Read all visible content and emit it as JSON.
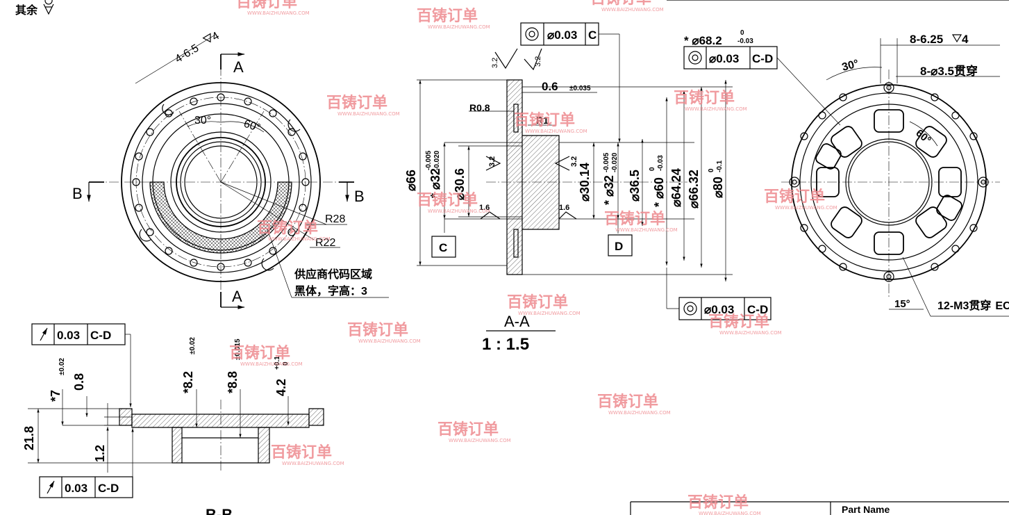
{
  "general_note": {
    "label": "其余"
  },
  "watermark": {
    "brand": "百铸订单",
    "url": "WWW.BAIZHUWANG.COM",
    "color": "#ee8a8f"
  },
  "front_view": {
    "hole_spec": "4-6.5",
    "hole_depth": "4",
    "angle_a": "30°",
    "angle_b": "60°",
    "radius_outer": "R28",
    "radius_inner": "R22",
    "section_label_a": "A",
    "section_label_b": "B",
    "note_line1": "供应商代码区域",
    "note_line2": "黑体，字高：3"
  },
  "section_aa": {
    "title": "A-A",
    "scale": "1 : 1.5",
    "roughness": "3.2",
    "roughness_fine": "1.6",
    "radius_r08": "R0.8",
    "radius_r1": "R1",
    "thickness": "0.6",
    "thickness_tol": "±0.035",
    "dia_66": "66",
    "dia_32_left": "32",
    "dia_32_tol_upper": "-0.005",
    "dia_32_tol_lower": "-0.020",
    "dia_30_6": "30.6",
    "dia_30_14": "30.14",
    "dia_32_right": "32",
    "dia_36_5": "36.5",
    "dia_60": "60",
    "dia_60_tol_upper": "0",
    "dia_60_tol_lower": "-0.03",
    "dia_64_24": "64.24",
    "dia_66_32": "66.32",
    "dia_80": "80",
    "dia_80_tol_upper": "0",
    "dia_80_tol_lower": "-0.1",
    "datum_c": "C",
    "datum_d": "D",
    "fcf_top": {
      "tol": "0.03",
      "datum": "C"
    },
    "fcf_bottom": {
      "tol": "0.03",
      "datum": "C-D"
    }
  },
  "right_view": {
    "dia_68_2": "68.2",
    "dia_68_2_tol_upper": "0",
    "dia_68_2_tol_lower": "-0.03",
    "fcf": {
      "tol": "0.03",
      "datum": "C-D"
    },
    "holes_1": "8-6.25",
    "holes_1_depth": "4",
    "holes_2": "8-",
    "holes_2_dia": "3.5贯穿",
    "angle_30": "30°",
    "angle_60": "60°",
    "angle_15": "15°",
    "threads": "12-M3贯穿",
    "threads_tail": "EC"
  },
  "section_bb": {
    "title": "B-B",
    "dim_7": "7",
    "dim_7_tol": "±0.02",
    "dim_0_8": "0.8",
    "dim_8_2": "8.2",
    "dim_8_2_tol": "±0.02",
    "dim_8_8": "8.8",
    "dim_8_8_tol": "±0.015",
    "dim_4_2": "4.2",
    "dim_4_2_tol_upper": "+0.1",
    "dim_4_2_tol_lower": "0",
    "dim_21_8": "21.8",
    "dim_1_2": "1.2",
    "fcf_top": {
      "tol": "0.03",
      "datum": "C-D"
    },
    "fcf_bottom": {
      "tol": "0.03",
      "datum": "C-D"
    }
  },
  "title_block": {
    "part_name_label": "Part Name"
  }
}
